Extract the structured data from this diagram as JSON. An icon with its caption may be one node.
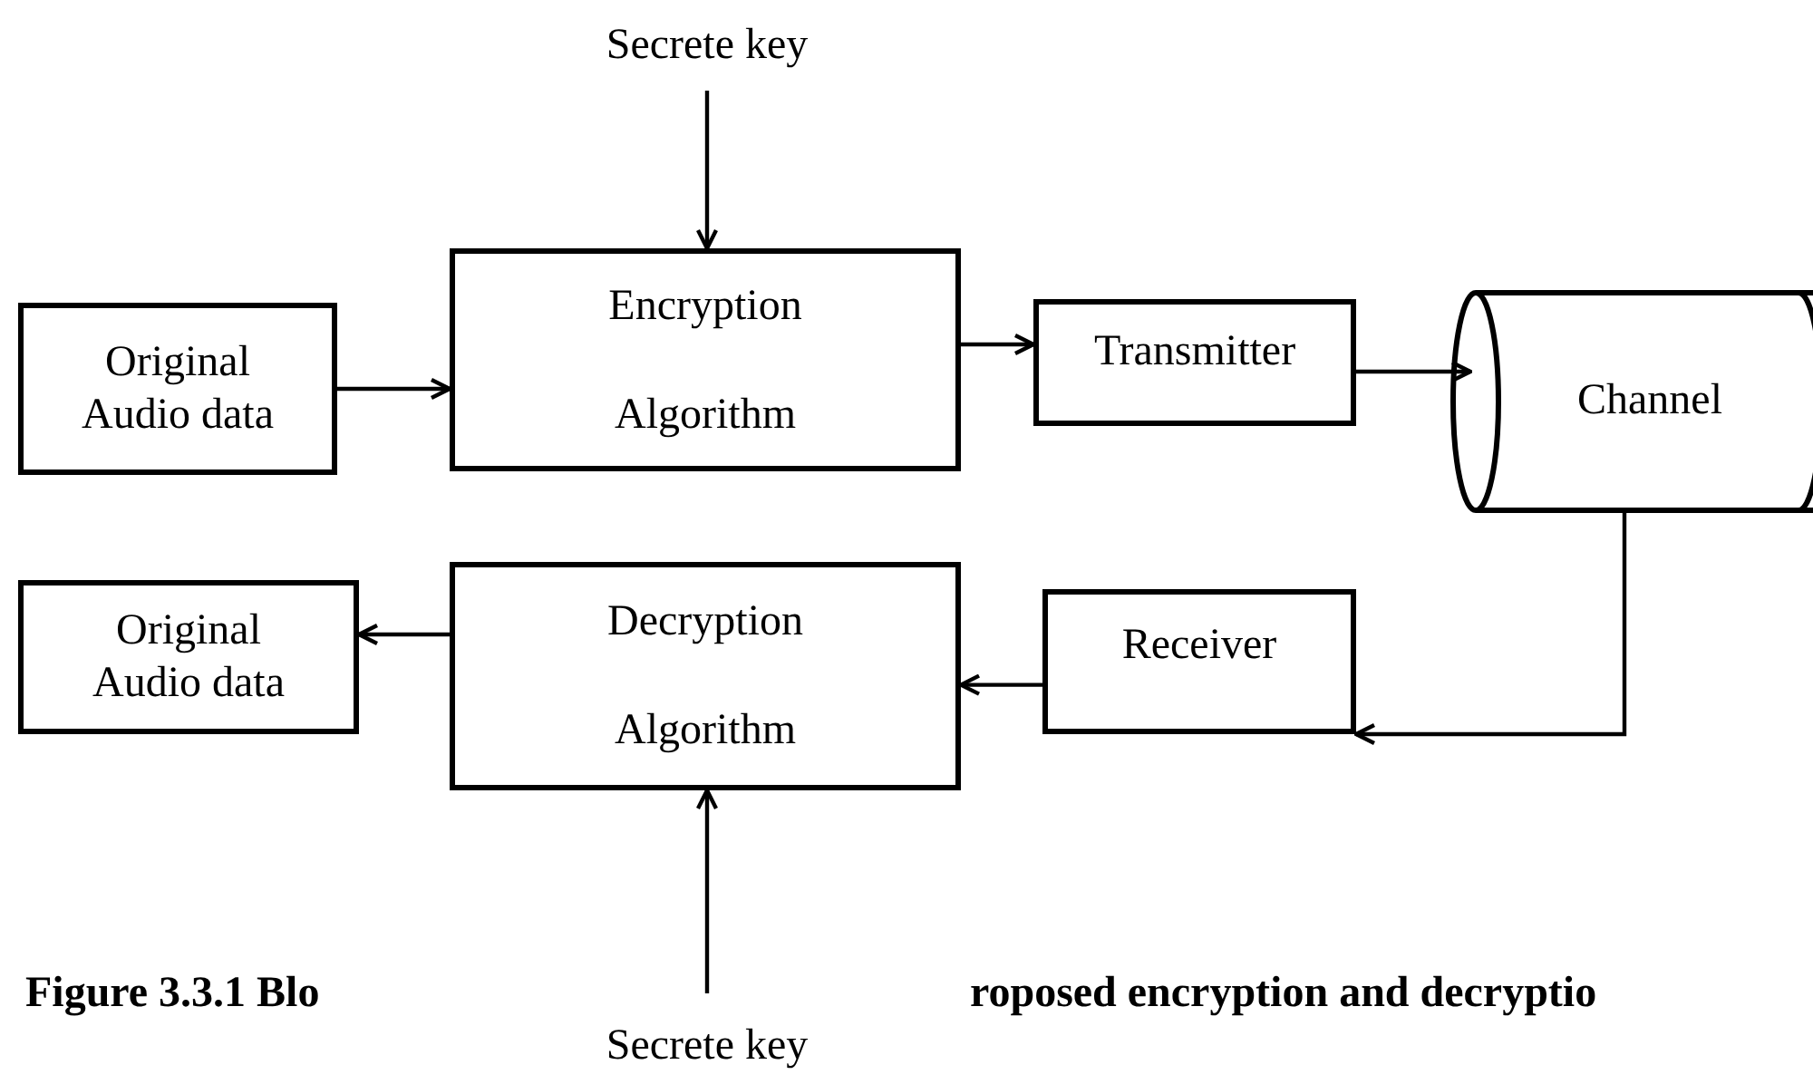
{
  "diagram": {
    "nodes": [
      {
        "text": [
          "Secrete key"
        ]
      },
      {
        "text": [
          "Original Audio data"
        ]
      },
      {
        "text": [
          "Encryption Algorithm"
        ]
      },
      {
        "text": [
          "Transmitter"
        ]
      },
      {
        "text": [
          "Channel"
        ]
      },
      {
        "text": [
          "Receiver"
        ]
      },
      {
        "text": [
          "Decryption Algorithm"
        ]
      },
      {
        "text": [
          "Original Audio data"
        ]
      },
      {
        "text": [
          "Secrete key"
        ]
      }
    ],
    "edges": [
      {
        "from": 0,
        "to": 2,
        "arrow": "to"
      },
      {
        "from": 1,
        "to": 2,
        "arrow": "to"
      },
      {
        "from": 2,
        "to": 3,
        "arrow": "to"
      },
      {
        "from": 3,
        "to": 4,
        "arrow": "to"
      },
      {
        "from": 4,
        "to": 5,
        "arrow": "to"
      },
      {
        "from": 5,
        "to": 6,
        "arrow": "to"
      },
      {
        "from": 6,
        "to": 7,
        "arrow": "to"
      },
      {
        "from": 8,
        "to": 6,
        "arrow": "to"
      }
    ],
    "labels": [
      "Figure 3.3.1 Blo",
      "roposed encryption and decryptio"
    ]
  }
}
